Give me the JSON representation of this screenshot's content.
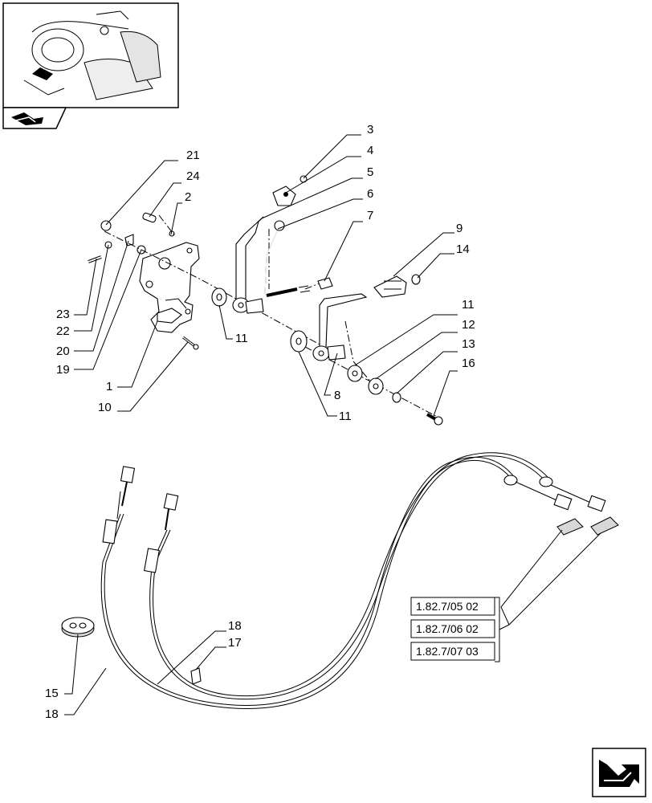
{
  "callouts": {
    "c1": "1",
    "c2": "2",
    "c3": "3",
    "c4": "4",
    "c5": "5",
    "c6": "6",
    "c7": "7",
    "c8": "8",
    "c9": "9",
    "c10": "10",
    "c11a": "11",
    "c11b": "11",
    "c11c": "11",
    "c12": "12",
    "c13": "13",
    "c14": "14",
    "c15": "15",
    "c16": "16",
    "c17": "17",
    "c18a": "18",
    "c18b": "18",
    "c19": "19",
    "c20": "20",
    "c21": "21",
    "c22": "22",
    "c23": "23",
    "c24": "24"
  },
  "references": [
    "1.82.7/05 02",
    "1.82.7/06 02",
    "1.82.7/07 03"
  ],
  "icons": {
    "thumbnail": "tractor-cab-location-icon",
    "badge": "section-arrow-icon",
    "navigation": "next-page-arrow-icon"
  }
}
